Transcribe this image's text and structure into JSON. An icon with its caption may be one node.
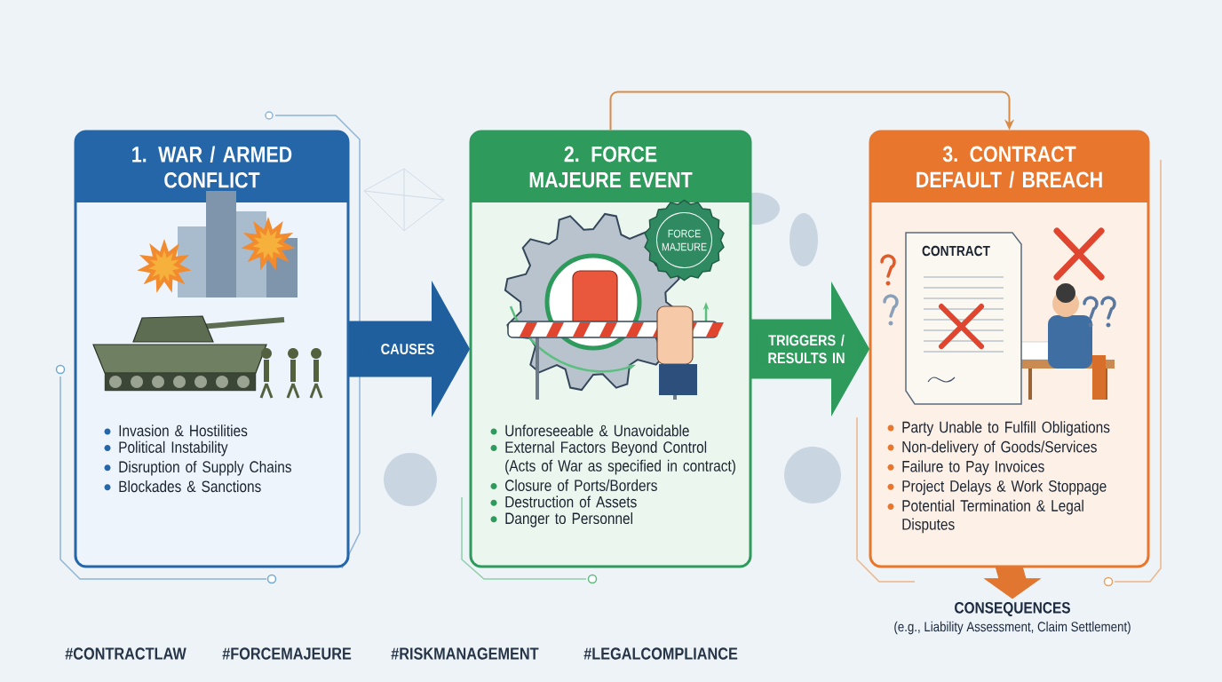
{
  "diagram": {
    "nodes": [
      {
        "text": [
          "1. WAR / ARMED CONFLICT",
          "Invasion & Hostilities",
          "Political Instability",
          "Disruption of Supply Chains",
          "Blockades & Sanctions"
        ]
      },
      {
        "text": [
          "2. FORCE MAJEURE EVENT",
          "Unforeseeable & Unavoidable",
          "External Factors Beyond Control (Acts of War as specified in contract)",
          "Closure of Ports/Borders",
          "Destruction of Assets",
          "Danger to Personnel"
        ]
      },
      {
        "text": [
          "FORCE MAJEURE"
        ],
        "in": 1
      },
      {
        "text": [
          "3. CONTRACT DEFAULT / BREACH",
          "Party Unable to Fulfill Obligations",
          "Non-delivery of Goods/Services",
          "Failure to Pay Invoices",
          "Project Delays & Work Stoppage",
          "Potential Termination & Legal Disputes"
        ]
      },
      {
        "text": [
          "CONTRACT"
        ],
        "in": 3
      },
      {
        "text": [
          "CONSEQUENCES",
          "(e.g., Liability Assessment, Claim Settlement)"
        ]
      }
    ],
    "edges": [
      {
        "from": 0,
        "to": 1,
        "arrow": "to",
        "label": "CAUSES",
        "style": "thick",
        "color": "#1f5f9e"
      },
      {
        "from": 1,
        "to": 3,
        "arrow": "to",
        "label": "TRIGGERS / RESULTS IN",
        "style": "thick",
        "color": "#2e9a5c"
      },
      {
        "from": 1,
        "to": 3,
        "arrow": "to",
        "color": "#d98a45"
      },
      {
        "from": 3,
        "to": 5,
        "arrow": "to",
        "style": "thick",
        "color": "#e0762f"
      }
    ],
    "labels": [
      "#CONTRACTLAW",
      "#FORCEMAJEURE",
      "#RISKMANAGEMENT",
      "#LEGALCOMPLIANCE"
    ]
  }
}
